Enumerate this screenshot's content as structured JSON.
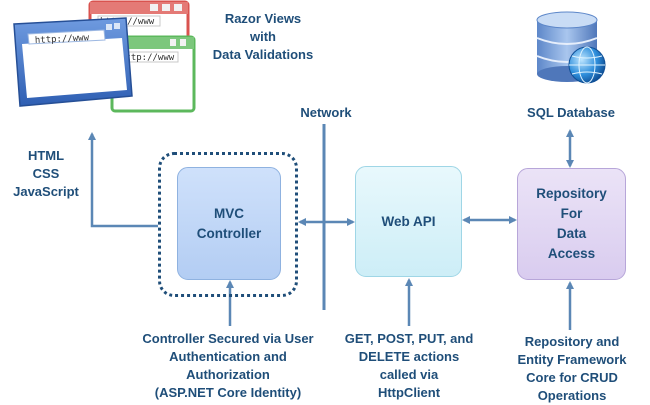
{
  "labels": {
    "razor_views": "Razor Views\nwith\nData Validations",
    "network": "Network",
    "sql_database": "SQL Database",
    "html_css_js": "HTML\nCSS\nJavaScript",
    "controller_secured": "Controller Secured via User\nAuthentication and\nAuthorization\n(ASP.NET Core Identity)",
    "api_actions": "GET, POST, PUT, and\nDELETE actions\ncalled via\nHttpClient",
    "repository_ef": "Repository and\nEntity Framework\nCore for CRUD\nOperations"
  },
  "boxes": {
    "mvc_controller": "MVC\nController",
    "web_api": "Web API",
    "repository": "Repository\nFor\nData\nAccess"
  },
  "browser_windows": {
    "url": "http://www"
  },
  "colors": {
    "text": "#1f4e79",
    "arrow": "#5b87b5",
    "window_blue": "#3b6fc4",
    "window_red": "#d9534f",
    "window_green": "#5cb85c"
  },
  "icons": {
    "browser": "browser-windows-icon",
    "database": "database-globe-icon"
  }
}
